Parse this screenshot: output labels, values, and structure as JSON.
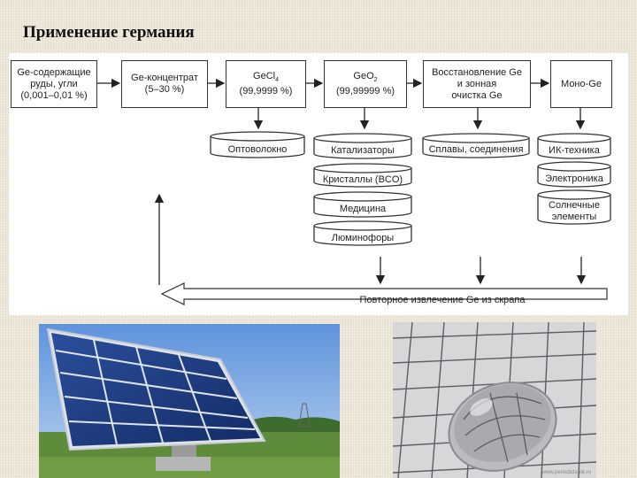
{
  "slide": {
    "title": "Применение германия"
  },
  "diagram": {
    "process": [
      {
        "id": "ore",
        "text": "Ge-содержащие\nруды, угли\n(0,001–0,01 %)"
      },
      {
        "id": "concentrate",
        "text": "Ge-концентрат\n(5–30 %)"
      },
      {
        "id": "gecl4_name",
        "text": "GeCl",
        "sub": "4",
        "purity": "(99,9999 %)"
      },
      {
        "id": "geo2_name",
        "text": "GeO",
        "sub": "2",
        "purity": "(99,99999 %)"
      },
      {
        "id": "reduction",
        "text": "Восстановление Ge\nи зонная\nочистка Ge"
      },
      {
        "id": "mono",
        "text": "Моно-Ge"
      }
    ],
    "applications": {
      "optic": "Оптоволокно",
      "catalysts": "Катализаторы",
      "crystals": "Кристаллы (BCO)",
      "medicine": "Медицина",
      "phosphors": "Люминофоры",
      "alloys": "Сплавы, соединения",
      "ir": "ИК-техника",
      "electronics": "Электроника",
      "solar": "Солнечные\nэлементы"
    },
    "recycle_label": "Повторное извлечение Ge из скрапа"
  },
  "photos": {
    "lens_watermark": "www.periodictable.ru"
  },
  "colors": {
    "background": "#ece7d8",
    "panel_blue": "#1f3f86",
    "sky": "#7faee6",
    "grass": "#5e8c3a"
  }
}
